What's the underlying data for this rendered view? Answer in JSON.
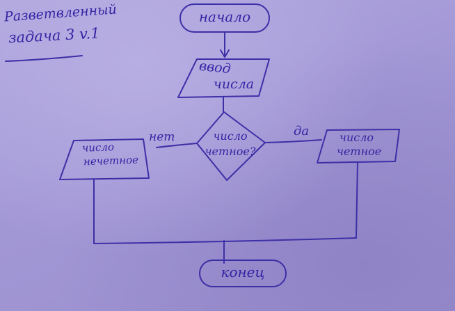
{
  "title": {
    "line1": "Разветвленный",
    "line2": "задача 3 v.1"
  },
  "nodes": {
    "start": "начало",
    "input_line1": "ввод",
    "input_line2": "числа",
    "decision_line1": "число",
    "decision_line2": "четное?",
    "odd_line1": "число",
    "odd_line2": "нечетное",
    "even_line1": "число",
    "even_line2": "четное",
    "end": "конец"
  },
  "branches": {
    "no": "нет",
    "yes": "да"
  },
  "colors": {
    "paper": "#a99ed9",
    "ink": "#3d2fa6"
  }
}
